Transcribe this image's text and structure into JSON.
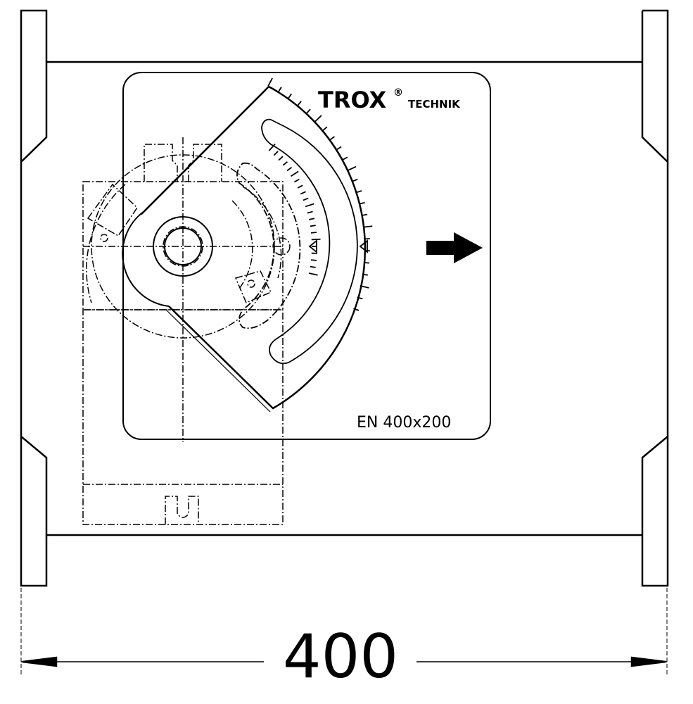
{
  "drawing": {
    "logo": {
      "brand": "TROX",
      "registered": "®",
      "suffix": "TECHNIK"
    },
    "type_label": "EN 400x200",
    "dimension_width": "400",
    "line_color": "#000000",
    "background": "#ffffff"
  }
}
